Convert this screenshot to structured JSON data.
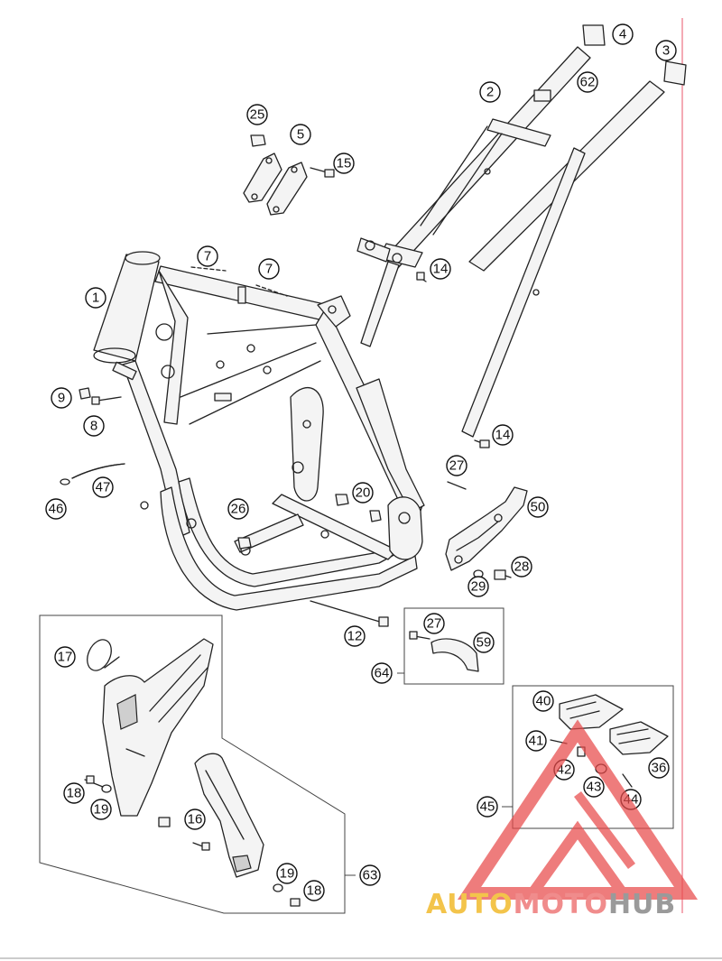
{
  "diagram": {
    "callouts": [
      {
        "id": "c1",
        "label": "1"
      },
      {
        "id": "c2",
        "label": "2"
      },
      {
        "id": "c3",
        "label": "3"
      },
      {
        "id": "c4",
        "label": "4"
      },
      {
        "id": "c5",
        "label": "5"
      },
      {
        "id": "c7a",
        "label": "7"
      },
      {
        "id": "c7b",
        "label": "7"
      },
      {
        "id": "c8",
        "label": "8"
      },
      {
        "id": "c9",
        "label": "9"
      },
      {
        "id": "c12",
        "label": "12"
      },
      {
        "id": "c14a",
        "label": "14"
      },
      {
        "id": "c14b",
        "label": "14"
      },
      {
        "id": "c15",
        "label": "15"
      },
      {
        "id": "c16",
        "label": "16"
      },
      {
        "id": "c17",
        "label": "17"
      },
      {
        "id": "c18a",
        "label": "18"
      },
      {
        "id": "c18b",
        "label": "18"
      },
      {
        "id": "c19a",
        "label": "19"
      },
      {
        "id": "c19b",
        "label": "19"
      },
      {
        "id": "c20",
        "label": "20"
      },
      {
        "id": "c25",
        "label": "25"
      },
      {
        "id": "c26",
        "label": "26"
      },
      {
        "id": "c27a",
        "label": "27"
      },
      {
        "id": "c27b",
        "label": "27"
      },
      {
        "id": "c28",
        "label": "28"
      },
      {
        "id": "c29",
        "label": "29"
      },
      {
        "id": "c36",
        "label": "36"
      },
      {
        "id": "c40",
        "label": "40"
      },
      {
        "id": "c41",
        "label": "41"
      },
      {
        "id": "c42",
        "label": "42"
      },
      {
        "id": "c43",
        "label": "43"
      },
      {
        "id": "c44",
        "label": "44"
      },
      {
        "id": "c45",
        "label": "45"
      },
      {
        "id": "c46",
        "label": "46"
      },
      {
        "id": "c47",
        "label": "47"
      },
      {
        "id": "c50",
        "label": "50"
      },
      {
        "id": "c59",
        "label": "59"
      },
      {
        "id": "c62",
        "label": "62"
      },
      {
        "id": "c63",
        "label": "63"
      },
      {
        "id": "c64",
        "label": "64"
      }
    ]
  },
  "watermark": {
    "part1": "AUTO",
    "part2": "MOTO",
    "part3": "HUB",
    "colors": {
      "part1": "#f3c44b",
      "part2": "#f08c8c",
      "part3": "#9a9a9a",
      "triangle": "#e84a4a"
    }
  }
}
